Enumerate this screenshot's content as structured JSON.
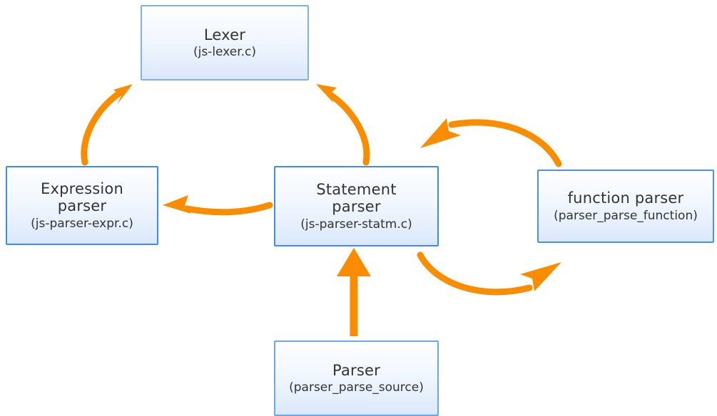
{
  "diagram": {
    "title": "QuickJS parser architecture flow diagram",
    "background_color": "#ffffff",
    "arrow_color": "#fa8c00",
    "node_border_color": "#3c8bf2",
    "node_fill_top": "#fdfeff",
    "node_fill_bottom": "#dbe8fa",
    "text_color": "#333333"
  },
  "nodes": [
    {
      "id": "lexer",
      "title": "Lexer",
      "sub": "(js-lexer.c)"
    },
    {
      "id": "expression-parser",
      "title": "Expression\nparser",
      "sub": "(js-parser-expr.c)"
    },
    {
      "id": "statement-parser",
      "title": "Statement\nparser",
      "sub": "(js-parser-statm.c)"
    },
    {
      "id": "function-parser",
      "title": "function parser",
      "sub": "(parser_parse_function)"
    },
    {
      "id": "parser",
      "title": "Parser",
      "sub": "(parser_parse_source)"
    }
  ],
  "edges": [
    {
      "id": "expression-to-lexer",
      "from": "expression-parser",
      "to": "lexer",
      "style": "curved-arrow",
      "color": "#fa8c00"
    },
    {
      "id": "statement-to-lexer",
      "from": "statement-parser",
      "to": "lexer",
      "style": "curved-arrow",
      "color": "#fa8c00"
    },
    {
      "id": "statement-to-expression",
      "from": "statement-parser",
      "to": "expression-parser",
      "style": "curved-arrow",
      "color": "#fa8c00"
    },
    {
      "id": "function-to-statement",
      "from": "function-parser",
      "to": "statement-parser",
      "style": "arc-arrow-top",
      "color": "#fa8c00"
    },
    {
      "id": "statement-to-function",
      "from": "statement-parser",
      "to": "function-parser",
      "style": "arc-arrow-bottom",
      "color": "#fa8c00"
    },
    {
      "id": "parser-to-statement",
      "from": "parser",
      "to": "statement-parser",
      "style": "straight-arrow",
      "color": "#fa8c00"
    }
  ]
}
